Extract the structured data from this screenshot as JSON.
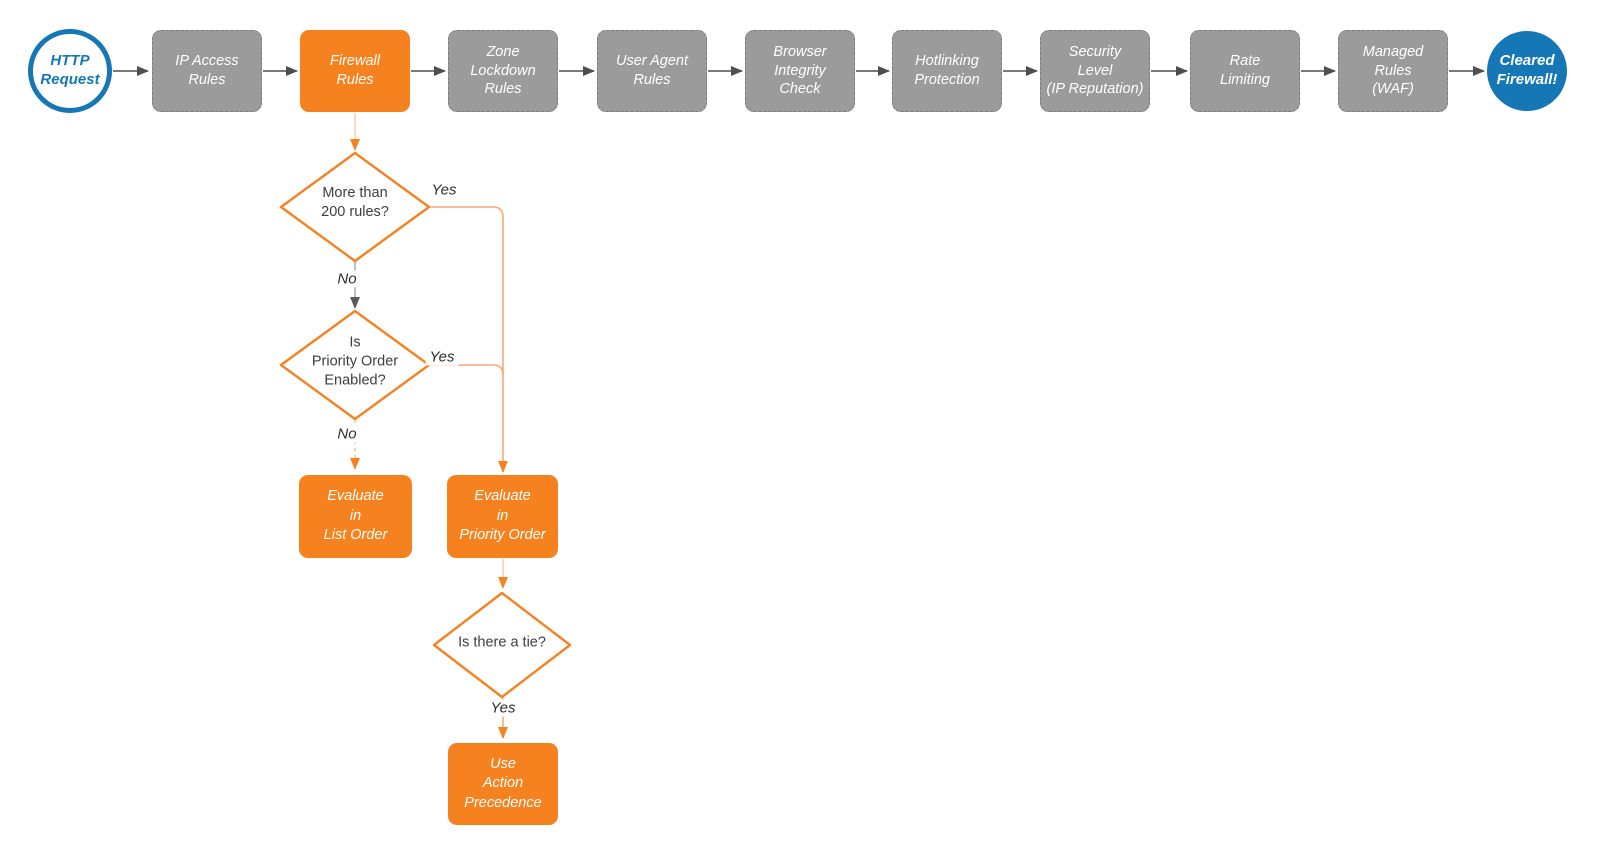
{
  "colors": {
    "accent_orange": "#f6821f",
    "accent_blue": "#1577b5",
    "step_gray": "#9b9b9b",
    "connector_light_orange": "#f9a873",
    "connector_faint_orange": "#fbd0b3",
    "arrow_dark_gray": "#4e4e4e"
  },
  "flow": {
    "start": {
      "label": "HTTP\nRequest"
    },
    "steps": [
      {
        "label": "IP Access\nRules"
      },
      {
        "label": "Firewall\nRules",
        "highlighted": true
      },
      {
        "label": "Zone\nLockdown\nRules"
      },
      {
        "label": "User Agent\nRules"
      },
      {
        "label": "Browser\nIntegrity\nCheck"
      },
      {
        "label": "Hotlinking\nProtection"
      },
      {
        "label": "Security\nLevel\n(IP Reputation)"
      },
      {
        "label": "Rate\nLimiting"
      },
      {
        "label": "Managed\nRules\n(WAF)"
      }
    ],
    "end": {
      "label": "Cleared\nFirewall!"
    }
  },
  "branch": {
    "decisions": {
      "d1": {
        "label": "More than\n200 rules?"
      },
      "d2": {
        "label": "Is\nPriority Order\nEnabled?"
      },
      "d3": {
        "label": "Is there a tie?"
      }
    },
    "boxes": {
      "list": {
        "label": "Evaluate\nin\nList Order"
      },
      "priority": {
        "label": "Evaluate\nin\nPriority Order"
      },
      "action": {
        "label": "Use\nAction\nPrecedence"
      }
    },
    "edge_labels": {
      "yes1": "Yes",
      "no1": "No",
      "yes2": "Yes",
      "no2": "No",
      "yes3": "Yes"
    }
  }
}
